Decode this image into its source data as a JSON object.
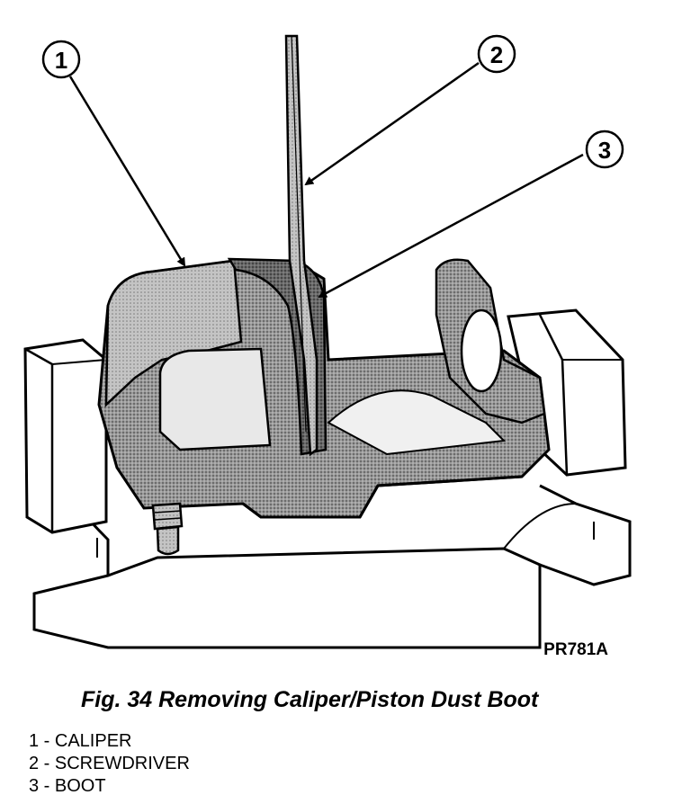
{
  "figure": {
    "callouts": [
      {
        "number": "1",
        "label": "CALIPER"
      },
      {
        "number": "2",
        "label": "SCREWDRIVER"
      },
      {
        "number": "3",
        "label": "BOOT"
      }
    ],
    "code": "PR781A",
    "caption": "Fig. 34 Removing Caliper/Piston Dust Boot"
  },
  "legend": [
    "1 - CALIPER",
    "2 - SCREWDRIVER",
    "3 - BOOT"
  ]
}
